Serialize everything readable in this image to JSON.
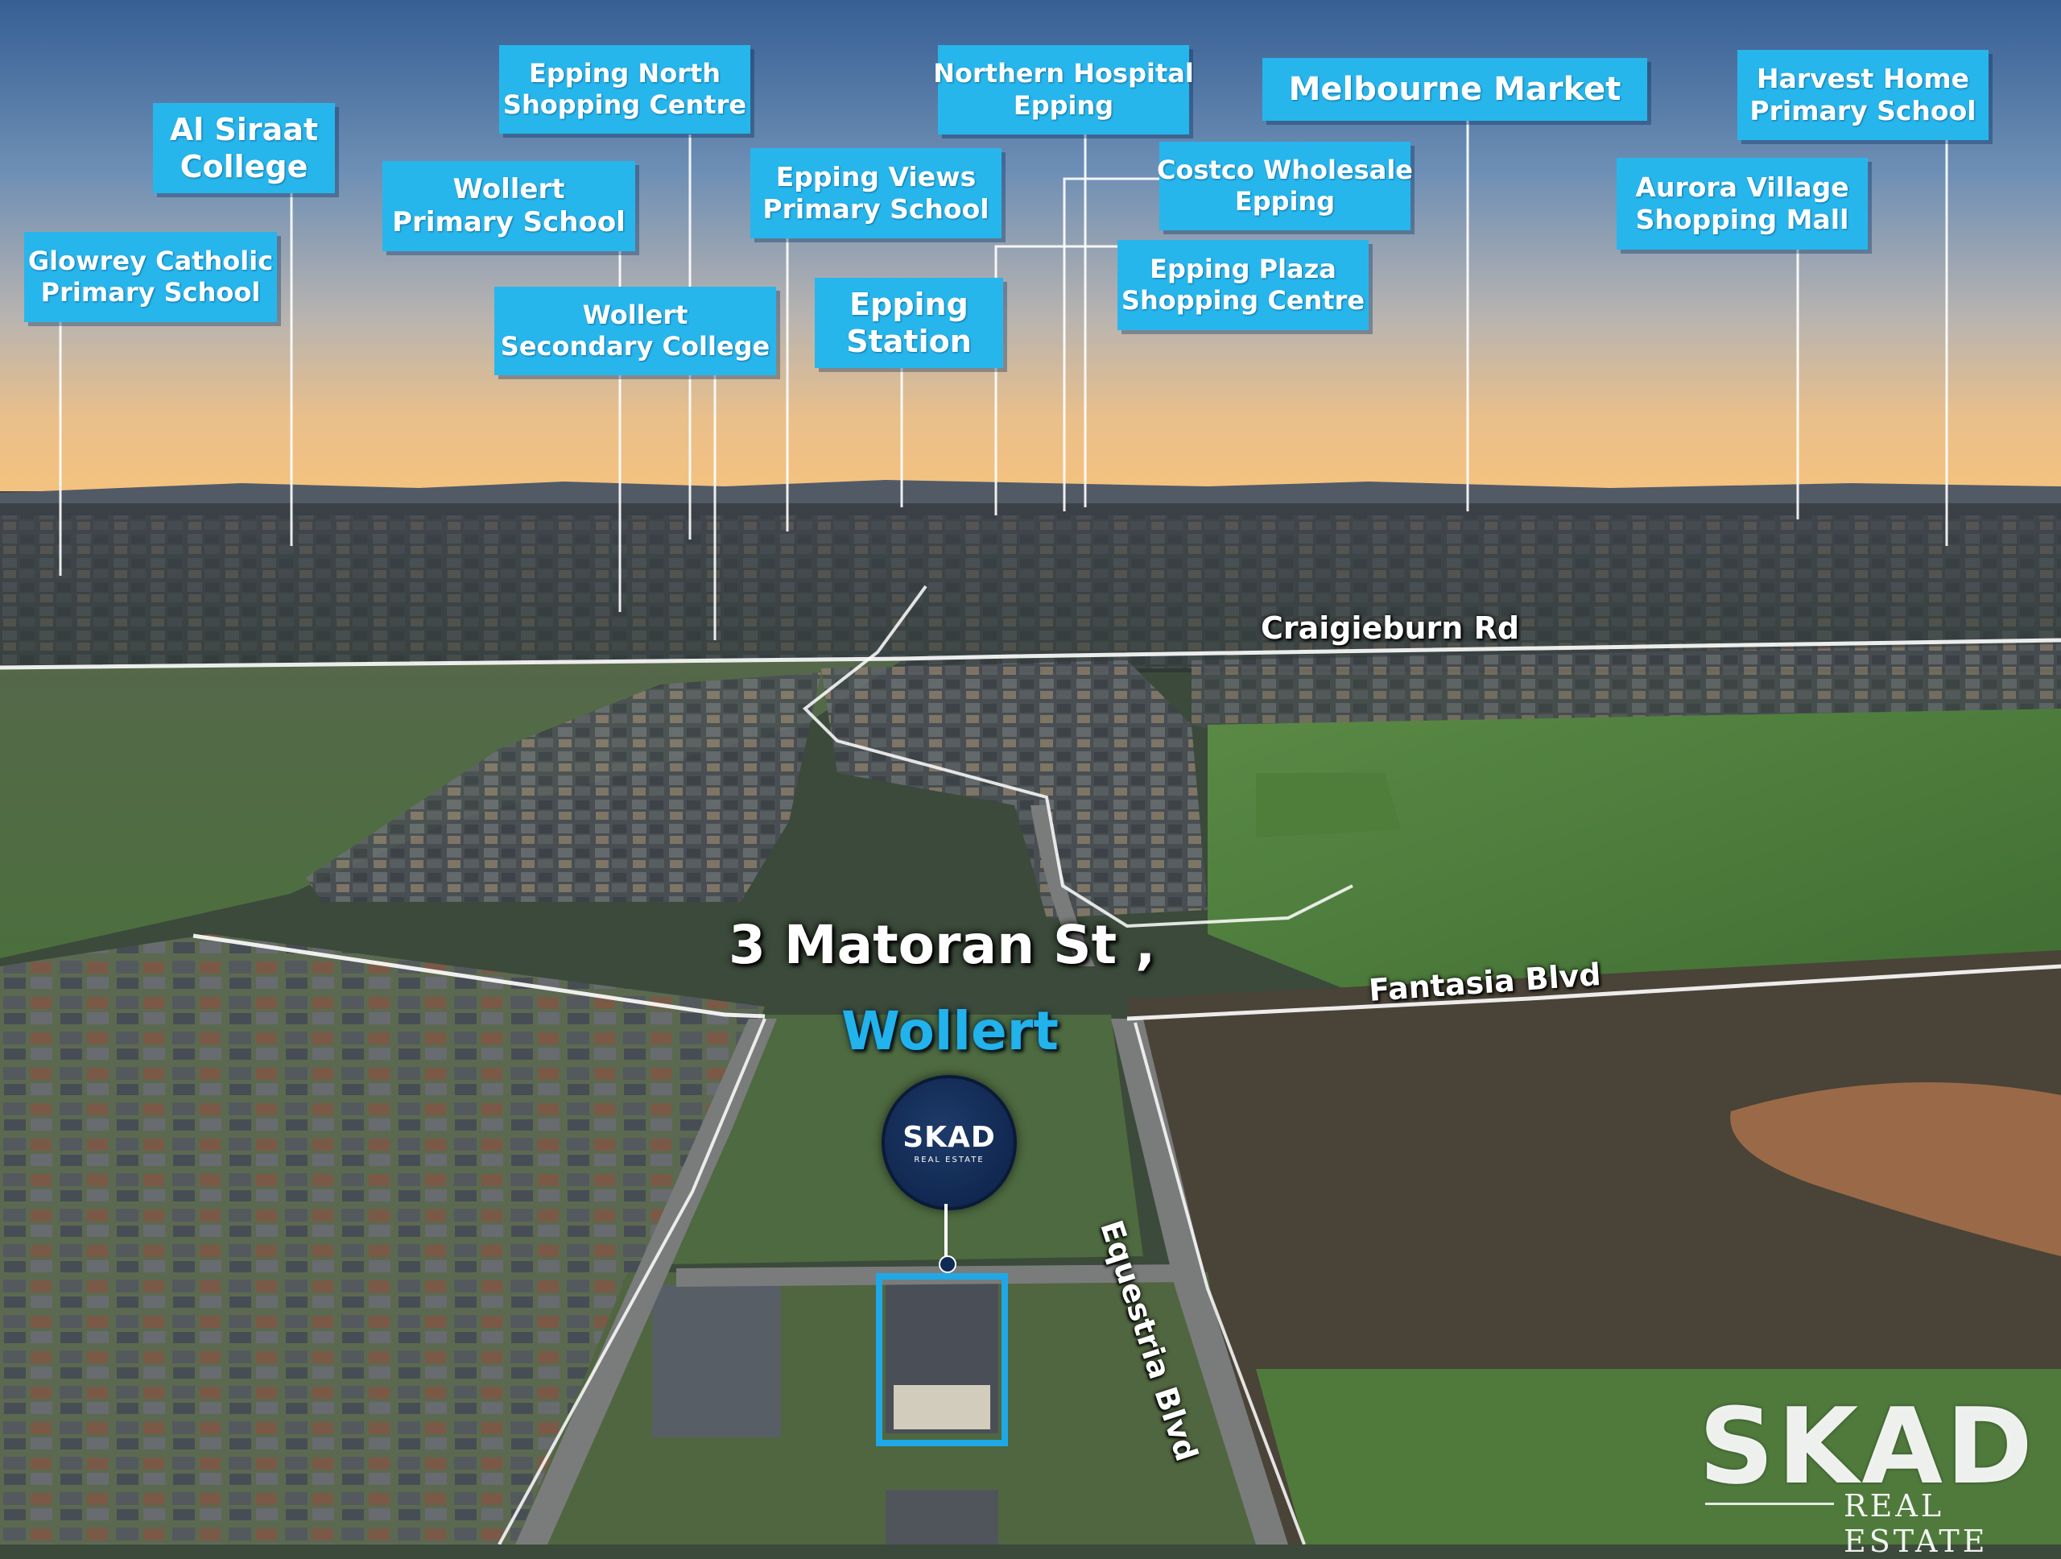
{
  "property": {
    "address_line": "3 Matoran St ,",
    "suburb": "Wollert"
  },
  "roads": {
    "craigieburn": "Craigieburn Rd",
    "fantasia": "Fantasia Blvd",
    "equestria": "Equestria Blvd"
  },
  "landmarks": [
    {
      "id": "glowrey",
      "lines": [
        "Glowrey Catholic",
        "Primary School"
      ]
    },
    {
      "id": "al-siraat",
      "lines": [
        "Al Siraat",
        "College"
      ]
    },
    {
      "id": "epping-north",
      "lines": [
        "Epping North",
        "Shopping Centre"
      ]
    },
    {
      "id": "wollert-primary",
      "lines": [
        "Wollert",
        "Primary School"
      ]
    },
    {
      "id": "wollert-secondary",
      "lines": [
        "Wollert",
        "Secondary College"
      ]
    },
    {
      "id": "epping-views",
      "lines": [
        "Epping Views",
        "Primary School"
      ]
    },
    {
      "id": "epping-station",
      "lines": [
        "Epping",
        "Station"
      ]
    },
    {
      "id": "northern-hospital",
      "lines": [
        "Northern Hospital",
        "Epping"
      ]
    },
    {
      "id": "costco",
      "lines": [
        "Costco Wholesale",
        "Epping"
      ]
    },
    {
      "id": "epping-plaza",
      "lines": [
        "Epping Plaza",
        "Shopping Centre"
      ]
    },
    {
      "id": "melbourne-market",
      "lines": [
        "Melbourne Market"
      ]
    },
    {
      "id": "harvest-home",
      "lines": [
        "Harvest Home",
        "Primary School"
      ]
    },
    {
      "id": "aurora-village",
      "lines": [
        "Aurora Village",
        "Shopping Mall"
      ]
    }
  ],
  "logo": {
    "badge_brand": "SKAD",
    "badge_sub": "REAL ESTATE",
    "watermark_brand": "SKAD",
    "watermark_sub": "REAL ESTATE"
  },
  "colors": {
    "label_bg": "#27b6ec",
    "suburb_text": "#22b2ec",
    "badge_bg": "#0f2a55",
    "lot_outline": "#1fa8e6"
  }
}
